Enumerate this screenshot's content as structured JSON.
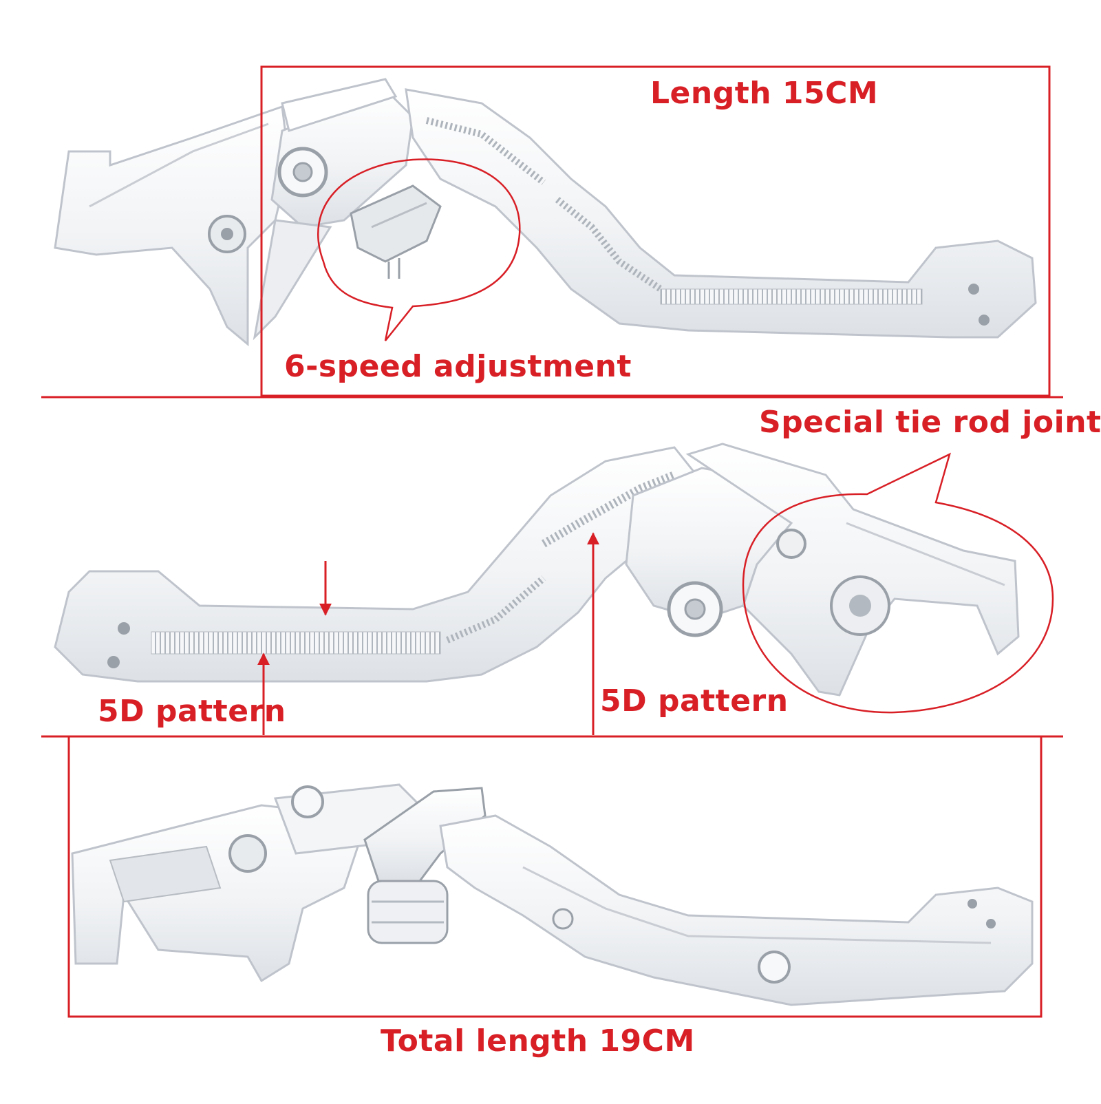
{
  "labels": {
    "length": "Length 15CM",
    "adjustment": "6-speed adjustment",
    "tie_rod": "Special tie rod joint",
    "pattern_left": "5D pattern",
    "pattern_right": "5D pattern",
    "total_length": "Total length 19CM"
  },
  "colors": {
    "accent": "#d81f26",
    "lever_fill": "#f4f5f7",
    "lever_stroke": "#bfc4cc",
    "lever_shadow": "#dfe2e6",
    "hole": "#9aa0a8",
    "background": "#ffffff"
  }
}
